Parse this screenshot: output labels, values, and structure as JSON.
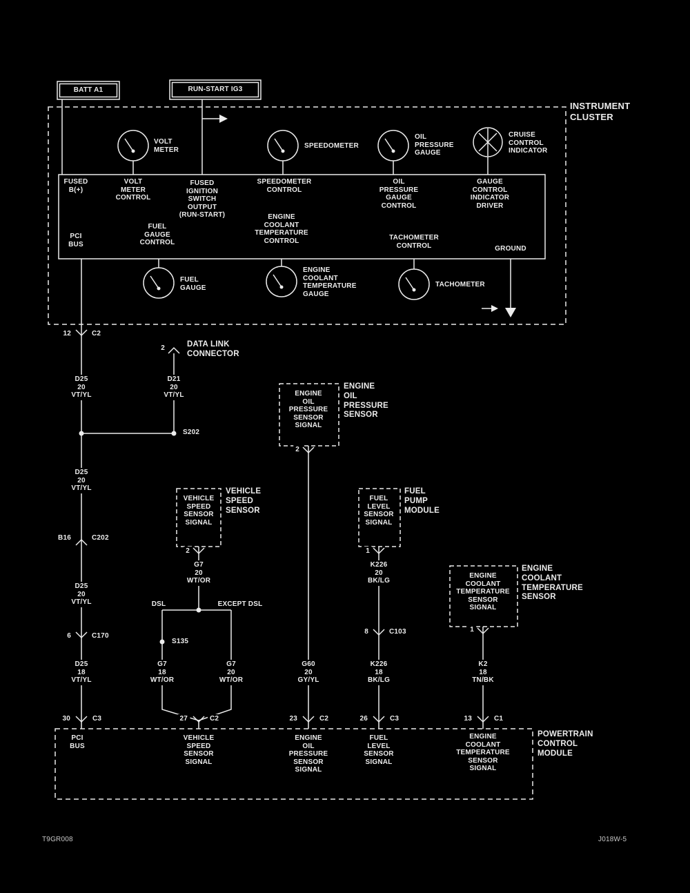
{
  "diagram": {
    "title": "INSTRUMENT\nCLUSTER",
    "footer_left": "T9GR008",
    "footer_right": "J018W-5",
    "accent_color": "#ececec",
    "background_color": "#000000"
  },
  "power": {
    "batt": "BATT A1",
    "run_start": "RUN-START IG3"
  },
  "cluster": {
    "pins": {
      "fused_b": "FUSED\nB(+)",
      "volt_meter_control": "VOLT\nMETER\nCONTROL",
      "fused_ignition": "FUSED\nIGNITION\nSWITCH\nOUTPUT\n(RUN-START)",
      "speedometer_control": "SPEEDOMETER\nCONTROL",
      "oil_pressure_control": "OIL\nPRESSURE\nGAUGE\nCONTROL",
      "gauge_control_driver": "GAUGE\nCONTROL\nINDICATOR\nDRIVER",
      "pci_bus": "PCI\nBUS",
      "fuel_gauge_control": "FUEL\nGAUGE\nCONTROL",
      "ect_control": "ENGINE\nCOOLANT\nTEMPERATURE\nCONTROL",
      "tachometer_control": "TACHOMETER\nCONTROL",
      "ground": "GROUND"
    },
    "gauges": {
      "volt": "VOLT\nMETER",
      "speedo": "SPEEDOMETER",
      "oil": "OIL\nPRESSURE\nGAUGE",
      "cruise": "CRUISE\nCONTROL\nINDICATOR",
      "fuel": "FUEL\nGAUGE",
      "ect": "ENGINE\nCOOLANT\nTEMPERATURE\nGAUGE",
      "tach": "TACHOMETER"
    }
  },
  "dlc": {
    "pin": "2",
    "label": "DATA LINK\nCONNECTOR"
  },
  "wires": {
    "pci_1": "D25\n20\nVT/YL",
    "pci_dlc": "D21\n20\nVT/YL",
    "pci_2": "D25\n20\nVT/YL",
    "pci_3": "D25\n20\nVT/YL",
    "pci_4": "D25\n18\nVT/YL",
    "vss_top": "G7\n20\nWT/OR",
    "vss_dsl": "G7\n18\nWT/OR",
    "vss_exc": "G7\n20\nWT/OR",
    "oil": "G60\n20\nGY/YL",
    "fuel_top": "K226\n20\nBK/LG",
    "fuel_bot": "K226\n18\nBK/LG",
    "ect": "K2\n18\nTN/BK"
  },
  "connectors": {
    "cluster_c2": {
      "pin": "12",
      "name": "C2"
    },
    "c202": {
      "pin": "B16",
      "name": "C202"
    },
    "c170": {
      "pin": "6",
      "name": "C170"
    },
    "c103": {
      "pin": "8",
      "name": "C103"
    },
    "vss_pin": "2",
    "oil_pin": "2",
    "fuel_pin": "1",
    "ect_pin": "1",
    "pcm_pci": {
      "pin": "30",
      "name": "C3"
    },
    "pcm_vss": {
      "pin": "27",
      "name": "C2"
    },
    "pcm_oil": {
      "pin": "23",
      "name": "C2"
    },
    "pcm_fuel": {
      "pin": "26",
      "name": "C3"
    },
    "pcm_ect": {
      "pin": "13",
      "name": "C1"
    }
  },
  "splices": {
    "s202": "S202",
    "s135": "S135"
  },
  "branches": {
    "dsl": "DSL",
    "except_dsl": "EXCEPT DSL"
  },
  "sensors": {
    "vss": {
      "label": "VEHICLE\nSPEED\nSENSOR",
      "signal": "VEHICLE\nSPEED\nSENSOR\nSIGNAL"
    },
    "oil": {
      "label": "ENGINE\nOIL\nPRESSURE\nSENSOR",
      "signal": "ENGINE\nOIL\nPRESSURE\nSENSOR\nSIGNAL"
    },
    "fuel": {
      "label": "FUEL\nPUMP\nMODULE",
      "signal": "FUEL\nLEVEL\nSENSOR\nSIGNAL"
    },
    "ect": {
      "label": "ENGINE\nCOOLANT\nTEMPERATURE\nSENSOR",
      "signal": "ENGINE\nCOOLANT\nTEMPERATURE\nSENSOR\nSIGNAL"
    }
  },
  "pcm": {
    "label": "POWERTRAIN\nCONTROL\nMODULE",
    "pins": {
      "pci": "PCI\nBUS",
      "vss": "VEHICLE\nSPEED\nSENSOR\nSIGNAL",
      "oil": "ENGINE\nOIL\nPRESSURE\nSENSOR\nSIGNAL",
      "fuel": "FUEL\nLEVEL\nSENSOR\nSIGNAL",
      "ect": "ENGINE\nCOOLANT\nTEMPERATURE\nSENSOR\nSIGNAL"
    }
  }
}
